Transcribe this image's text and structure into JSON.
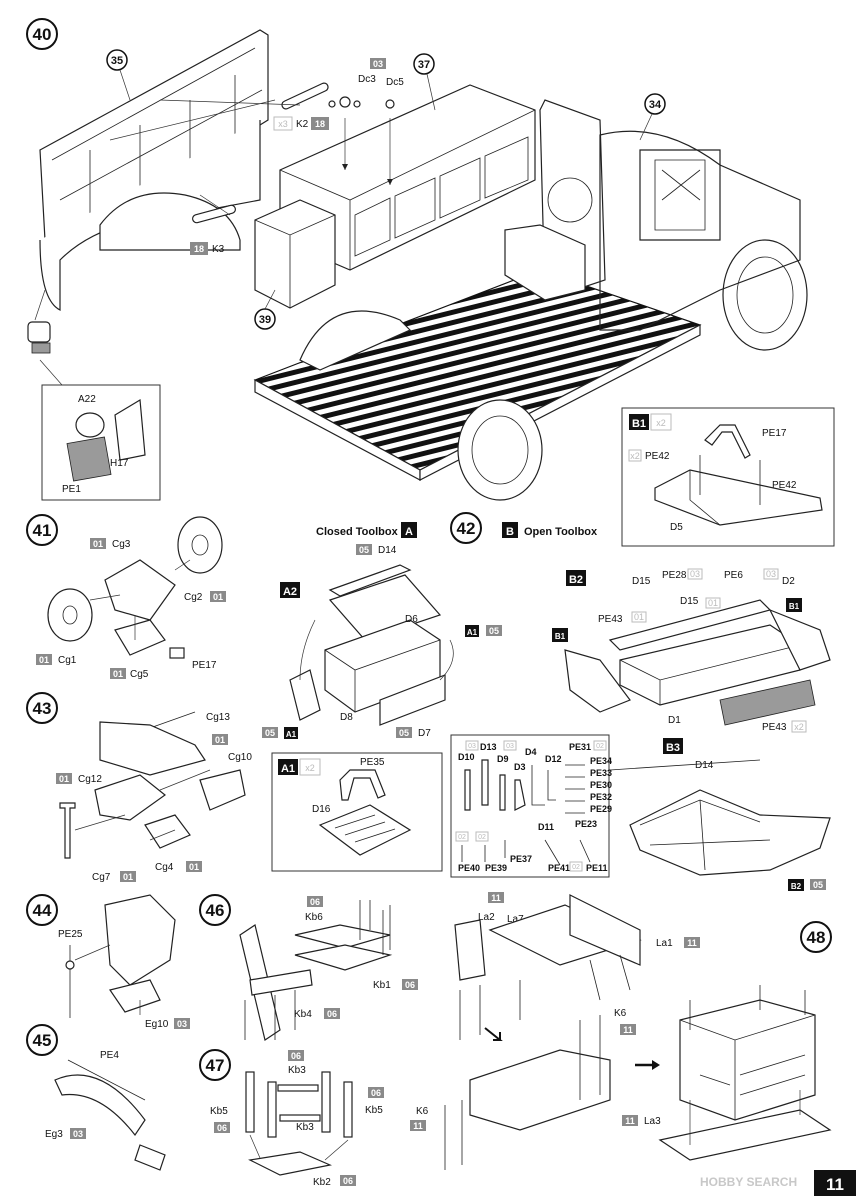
{
  "page_number": "11",
  "watermark": "HOBBY SEARCH",
  "colors": {
    "sprue_box": "#8a8a8a",
    "ghost_box": "#d8d8d8",
    "sub_step_box": "#111111",
    "decal": "#9a9a9a"
  },
  "step40": {
    "number": "40",
    "callouts": {
      "c35": "35",
      "c37": "37",
      "c34": "34",
      "c39": "39"
    },
    "parts": {
      "k2": "K2",
      "k3": "K3",
      "dc3": "Dc3",
      "dc5": "Dc5",
      "a22": "A22",
      "h17": "H17",
      "pe1": "PE1"
    },
    "sprues": {
      "s03": "03",
      "s18a": "18",
      "s18b": "18"
    },
    "qty": "x3"
  },
  "step41": {
    "number": "41",
    "parts": {
      "cg3": "Cg3",
      "cg2": "Cg2",
      "cg1": "Cg1",
      "cg5": "Cg5",
      "pe17": "PE17"
    },
    "sprues": {
      "cg3": "01",
      "cg2": "01",
      "cg1": "01",
      "cg5": "01"
    }
  },
  "step42": {
    "number": "42",
    "closed_toolbox": {
      "label": "Closed Toolbox",
      "letter": "A"
    },
    "open_toolbox": {
      "label": "Open Toolbox",
      "letter": "B"
    },
    "a2": {
      "tag": "A2",
      "parts": {
        "d14": "D14",
        "d6": "D6",
        "d8": "D8",
        "d7": "D7",
        "a1": "A1"
      },
      "sprues": {
        "d14": "05",
        "a1r": "05",
        "a1l": "05",
        "d7": "05"
      }
    },
    "a1": {
      "tag": "A1",
      "qty": "x2",
      "parts": {
        "pe35": "PE35",
        "d16": "D16"
      }
    },
    "b1": {
      "tag": "B1",
      "qty": "x2",
      "parts": {
        "pe17": "PE17",
        "pe42a": "PE42",
        "pe42b": "PE42",
        "d5": "D5"
      },
      "qty2": "x2"
    },
    "b2": {
      "tag": "B2",
      "parts": {
        "d15a": "D15",
        "pe28": "PE28",
        "pe6": "PE6",
        "d2": "D2",
        "d15b": "D15",
        "pe43a": "PE43",
        "d1": "D1",
        "pe43b": "PE43"
      },
      "ghost": {
        "g1": "03",
        "g2": "03",
        "g3": "03",
        "g4": "01",
        "g5": "01"
      },
      "b1_tags": [
        "B1",
        "B1"
      ],
      "qty": "x2"
    },
    "tools": {
      "labels": [
        "D10",
        "D13",
        "D9",
        "D3",
        "D4",
        "D12",
        "PE31",
        "PE34",
        "PE33",
        "PE30",
        "PE32",
        "PE29",
        "D11",
        "PE23",
        "PE40",
        "PE39",
        "PE37",
        "PE41",
        "PE11"
      ],
      "ghost": [
        "03",
        "03",
        "03",
        "02",
        "02",
        "02",
        "02"
      ]
    },
    "b3": {
      "tag": "B3",
      "parts": {
        "d14": "D14"
      },
      "tags": {
        "b2": "B2"
      },
      "sprues": {
        "s05": "05"
      }
    }
  },
  "step43": {
    "number": "43",
    "parts": {
      "cg13": "Cg13",
      "cg10": "Cg10",
      "cg12": "Cg12",
      "cg7": "Cg7",
      "cg4": "Cg4"
    },
    "sprues": {
      "cg13": "01",
      "cg12": "01",
      "cg7": "01",
      "cg4": "01"
    }
  },
  "step44": {
    "number": "44",
    "parts": {
      "pe25": "PE25",
      "eg10": "Eg10"
    },
    "sprues": {
      "eg10": "03"
    }
  },
  "step45": {
    "number": "45",
    "parts": {
      "pe4": "PE4",
      "eg3": "Eg3"
    },
    "sprues": {
      "eg3": "03"
    }
  },
  "step46": {
    "number": "46",
    "parts": {
      "kb6": "Kb6",
      "kb1": "Kb1",
      "kb4": "Kb4"
    },
    "sprues": {
      "top": "06",
      "kb1": "06",
      "kb4": "06"
    }
  },
  "step47": {
    "number": "47",
    "parts": {
      "kb3a": "Kb3",
      "kb5a": "Kb5",
      "kb5b": "Kb5",
      "kb3b": "Kb3",
      "kb2": "Kb2"
    },
    "sprues": {
      "top": "06",
      "kb5r": "06",
      "kb5l": "06",
      "kb2": "06"
    }
  },
  "step48": {
    "number": "48",
    "parts": {
      "la2": "La2",
      "la7": "La7",
      "la1": "La1",
      "k6a": "K6",
      "k6b": "K6",
      "la3": "La3"
    },
    "sprues": {
      "top": "11",
      "la1": "11",
      "k6r": "11",
      "k6l": "11",
      "la3": "11"
    }
  }
}
